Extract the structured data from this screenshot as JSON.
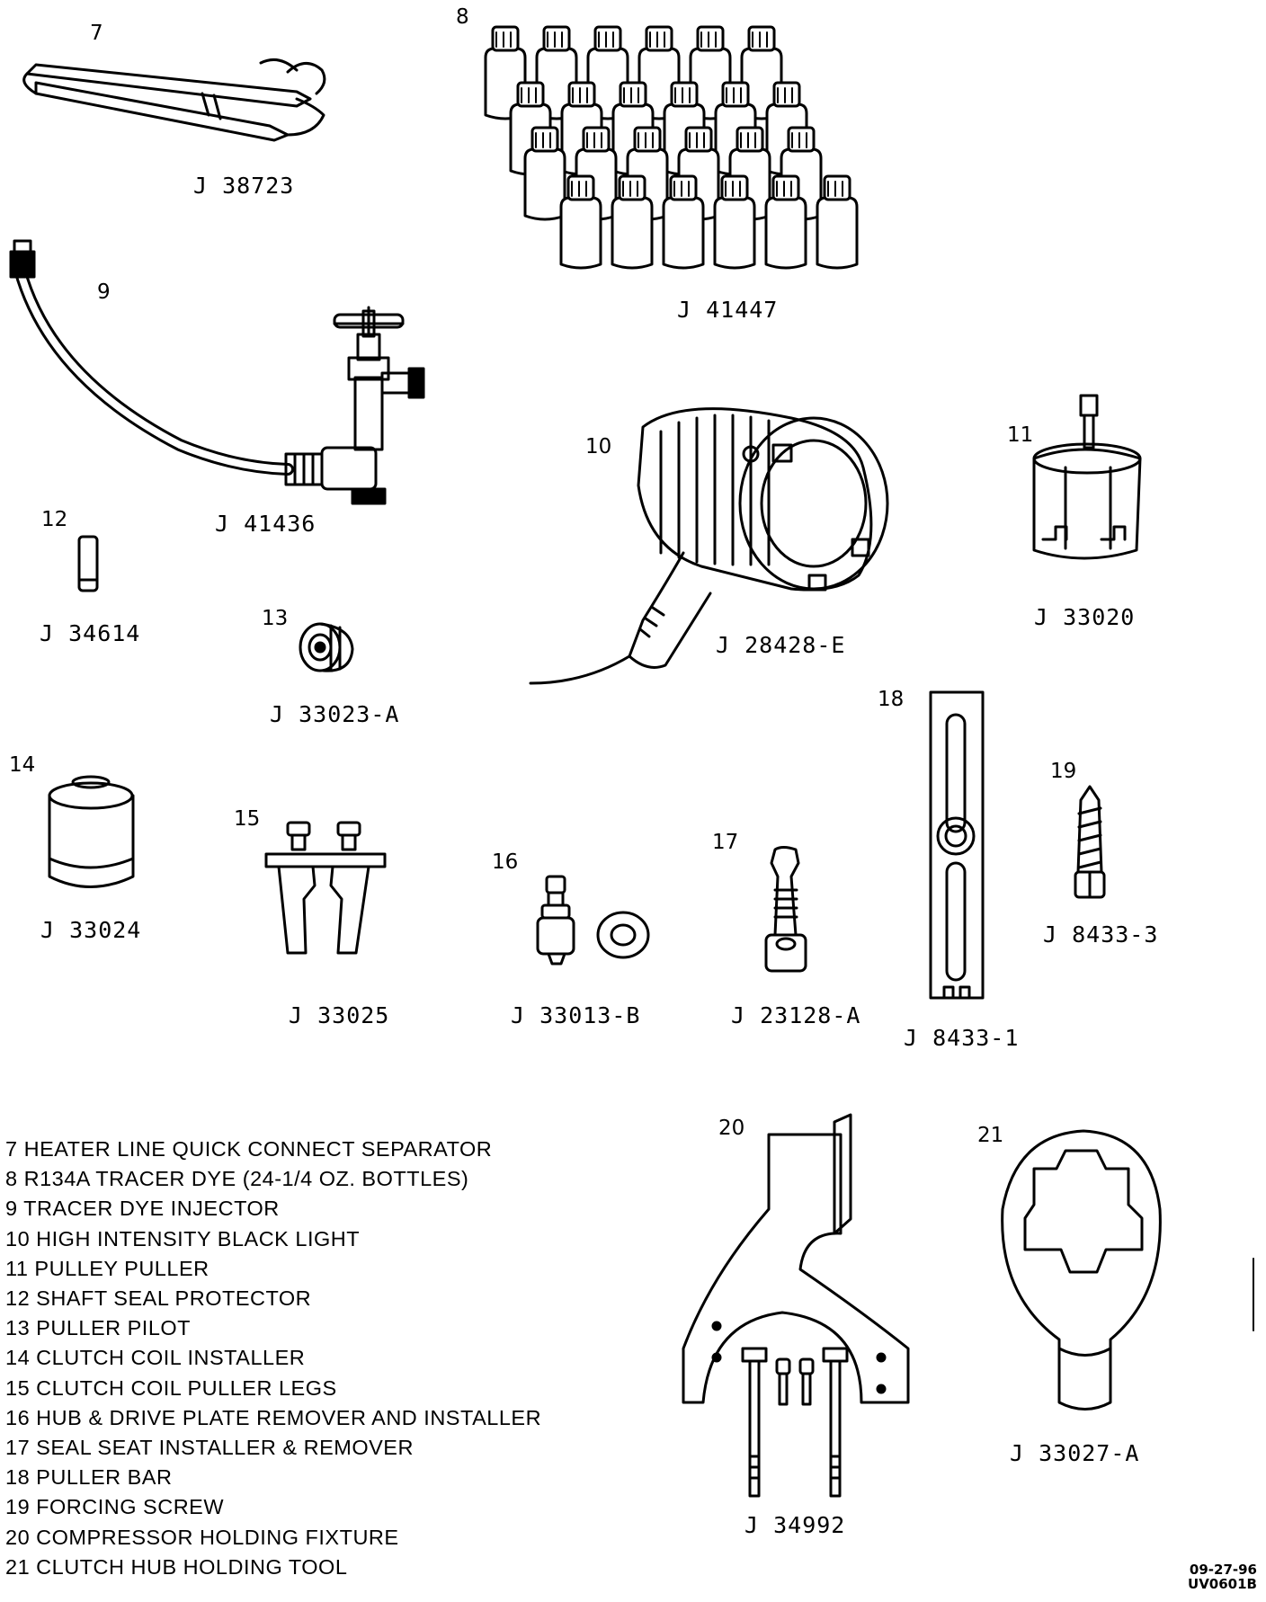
{
  "tools": [
    {
      "num": "7",
      "part": "J 38723"
    },
    {
      "num": "8",
      "part": "J 41447"
    },
    {
      "num": "9",
      "part": "J 41436"
    },
    {
      "num": "10",
      "part": "J 28428-E"
    },
    {
      "num": "11",
      "part": "J 33020"
    },
    {
      "num": "12",
      "part": "J 34614"
    },
    {
      "num": "13",
      "part": "J 33023-A"
    },
    {
      "num": "14",
      "part": "J 33024"
    },
    {
      "num": "15",
      "part": "J 33025"
    },
    {
      "num": "16",
      "part": "J 33013-B"
    },
    {
      "num": "17",
      "part": "J 23128-A"
    },
    {
      "num": "18",
      "part": "J 8433-1"
    },
    {
      "num": "19",
      "part": "J 8433-3"
    },
    {
      "num": "20",
      "part": "J 34992"
    },
    {
      "num": "21",
      "part": "J 33027-A"
    }
  ],
  "legend": [
    "7 HEATER LINE QUICK CONNECT SEPARATOR",
    "8 R134A TRACER DYE (24-1/4 OZ. BOTTLES)",
    "9 TRACER DYE INJECTOR",
    "10 HIGH INTENSITY BLACK LIGHT",
    "11 PULLEY PULLER",
    "12 SHAFT SEAL PROTECTOR",
    "13 PULLER PILOT",
    "14 CLUTCH COIL INSTALLER",
    "15 CLUTCH COIL PULLER LEGS",
    "16 HUB & DRIVE PLATE REMOVER AND INSTALLER",
    "17 SEAL SEAT INSTALLER & REMOVER",
    "18 PULLER BAR",
    "19 FORCING SCREW",
    "20 COMPRESSOR HOLDING FIXTURE",
    "21 CLUTCH HUB HOLDING TOOL"
  ],
  "date_code": "09-27-96",
  "figure_code": "UV0601B",
  "colors": {
    "ink": "#000000",
    "paper": "#ffffff"
  }
}
